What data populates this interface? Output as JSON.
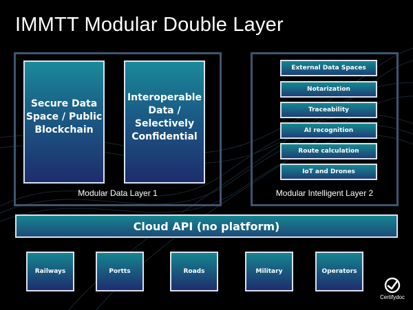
{
  "title": "IMMTT Modular Double Layer",
  "layer1": {
    "label": "Modular Data Layer 1",
    "boxes": [
      "Secure Data Space / Public Blockchain",
      "Interoperable Data / Selectively Confidential"
    ]
  },
  "layer2": {
    "label": "Modular Intelligent Layer 2",
    "boxes": [
      "External Data Spaces",
      "Notarization",
      "Traceability",
      "AI recognition",
      "Route calculation",
      "IoT and Drones"
    ]
  },
  "cloud": "Cloud API (no platform)",
  "bottom": [
    "Railways",
    "Portts",
    "Roads",
    "Military",
    "Operators"
  ],
  "logo": {
    "text": "Certifydoc",
    "icon": "certifydoc-logo-icon"
  },
  "colors": {
    "background": "#000000",
    "frame": "#3d5670",
    "box_top": "#1a8a99",
    "box_bottom": "#1e2d6e",
    "box_border": "#d9e4ee"
  }
}
